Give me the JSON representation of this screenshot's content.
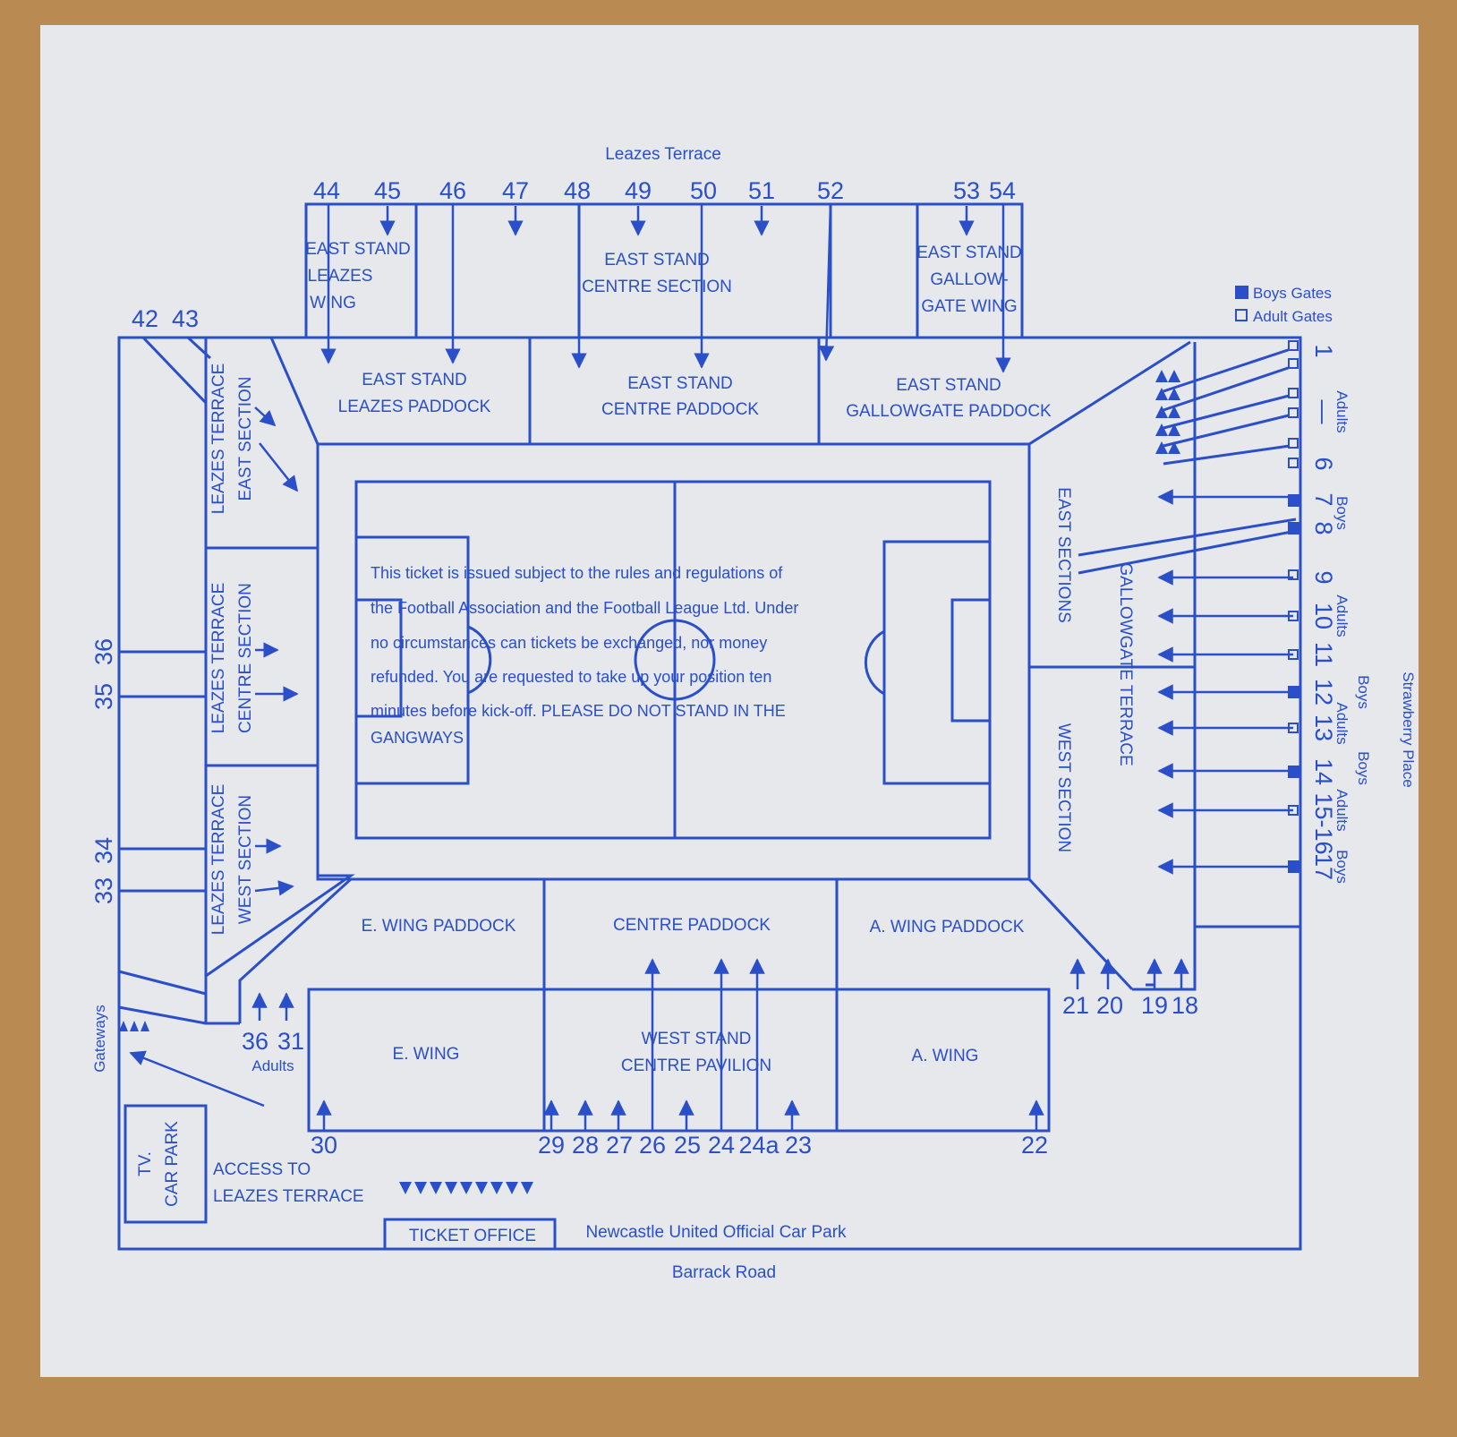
{
  "streets": {
    "top": "Leazes Terrace",
    "bottom": "Barrack Road",
    "right": "Strawberry Place",
    "left": "Gateways"
  },
  "legend": {
    "boys": "Boys Gates",
    "adults": "Adult Gates",
    "colors": {
      "ink": "#2a4fc9",
      "paper": "#e6e8ec"
    }
  },
  "top_gates": [
    "44",
    "45",
    "46",
    "47",
    "48",
    "49",
    "50",
    "51",
    "52",
    "53",
    "54"
  ],
  "left_top_gates": [
    "42",
    "43"
  ],
  "left_side_gates": [
    "36",
    "35",
    "34",
    "33"
  ],
  "bottom_gates": [
    "30",
    "29",
    "28",
    "27",
    "26",
    "25",
    "24",
    "24a",
    "23",
    "22"
  ],
  "bottom_right_gates": [
    "21",
    "20",
    "19",
    "18"
  ],
  "right_gates": [
    "1",
    "—",
    "6",
    "7",
    "8",
    "9",
    "10",
    "11",
    "12",
    "13",
    "14",
    "15-16",
    "17"
  ],
  "right_side_labels": [
    "Adults",
    "Boys",
    "Adults",
    "Boys",
    "Adults",
    "Boys",
    "Adults",
    "Boys"
  ],
  "sections": {
    "es_leazes_wing": [
      "EAST STAND",
      "LEAZES",
      "WING"
    ],
    "es_centre_section": [
      "EAST STAND",
      "CENTRE SECTION"
    ],
    "es_gallowgate_wing": [
      "EAST STAND",
      "GALLOW-",
      "GATE WING"
    ],
    "es_leazes_paddock": [
      "EAST STAND",
      "LEAZES PADDOCK"
    ],
    "es_centre_paddock": [
      "EAST STAND",
      "CENTRE PADDOCK"
    ],
    "es_gallowgate_paddock": [
      "EAST STAND",
      "GALLOWGATE PADDOCK"
    ],
    "leazes_east": [
      "LEAZES TERRACE",
      "EAST SECTION"
    ],
    "leazes_centre": [
      "LEAZES TERRACE",
      "CENTRE SECTION"
    ],
    "leazes_west": [
      "LEAZES TERRACE",
      "WEST SECTION"
    ],
    "east_sections": "EAST SECTIONS",
    "gallowgate_terrace": "GALLOWGATE TERRACE",
    "west_section": "WEST SECTION",
    "e_wing_paddock": "E. WING PADDOCK",
    "centre_paddock": "CENTRE PADDOCK",
    "a_wing_paddock": "A. WING PADDOCK",
    "e_wing": "E. WING",
    "ws_centre_pavilion": [
      "WEST STAND",
      "CENTRE PAVILION"
    ],
    "a_wing": "A. WING",
    "tv_car_park": [
      "TV.",
      "CAR PARK"
    ],
    "access": [
      "ACCESS TO",
      "LEAZES TERRACE"
    ],
    "ticket_office": "TICKET OFFICE",
    "official_car_park": "Newcastle United Official Car Park",
    "adults_label": "Adults"
  },
  "notice": [
    "This ticket is issued subject to the rules and regulations of",
    "the Football Association and the Football League Ltd. Under",
    "no circumstances can tickets be exchanged, nor money",
    "refunded. You are requested to take up your position ten",
    "minutes before kick-off. PLEASE DO NOT STAND IN THE",
    "GANGWAYS"
  ]
}
